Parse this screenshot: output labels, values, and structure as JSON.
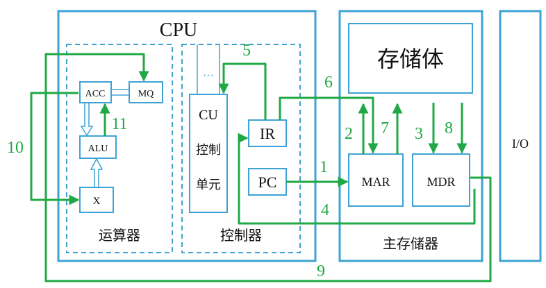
{
  "diagram": {
    "cpu_label": "CPU",
    "alu_group_label": "运算器",
    "control_group_label": "控制器",
    "main_memory_label": "主存储器",
    "storage_body_label": "存储体",
    "io_label": "I/O",
    "registers": {
      "acc": "ACC",
      "mq": "MQ",
      "alu": "ALU",
      "x": "X",
      "ir": "IR",
      "pc": "PC",
      "mar": "MAR",
      "mdr": "MDR"
    },
    "cu_lines": [
      "CU",
      "控制",
      "单元"
    ],
    "cu_dots": "···",
    "steps": {
      "s1": "1",
      "s2": "2",
      "s3": "3",
      "s4": "4",
      "s5": "5",
      "s6": "6",
      "s7": "7",
      "s8": "8",
      "s9": "9",
      "s10": "10",
      "s11": "11"
    },
    "colors": {
      "box_border": "#3ea3d4",
      "arrow_green": "#1fa845",
      "text_green": "#1fa845",
      "text_black": "#111111"
    }
  }
}
